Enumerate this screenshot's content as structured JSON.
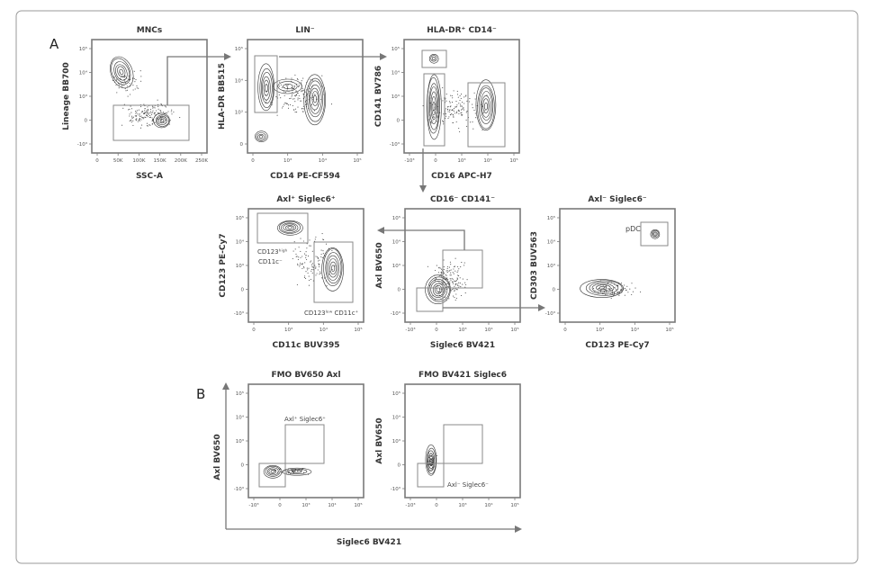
{
  "panel_labels": {
    "a": "A",
    "b": "B"
  },
  "plots": [
    {
      "id": "mncs",
      "title": "MNCs",
      "xlabel": "SSC-A",
      "ylabel": "Lineage BB700",
      "xticks": [
        "0",
        "50K",
        "100K",
        "150K",
        "200K",
        "250K"
      ],
      "yticks": [
        "10⁵",
        "10⁴",
        "10³",
        "0",
        "-10³"
      ]
    },
    {
      "id": "lin",
      "title": "LIN⁻",
      "xlabel": "CD14 PE-CF594",
      "ylabel": "HLA-DR BB515",
      "xticks": [
        "0",
        "10³",
        "10⁴",
        "10⁵"
      ],
      "yticks": [
        "10⁵",
        "10⁴",
        "10³",
        "0"
      ]
    },
    {
      "id": "hla",
      "title": "HLA-DR⁺ CD14⁻",
      "xlabel": "CD16 APC-H7",
      "ylabel": "CD141 BV786",
      "xticks": [
        "-10³",
        "0",
        "10³",
        "10⁴",
        "10⁵"
      ],
      "yticks": [
        "10⁵",
        "10⁴",
        "10³",
        "0",
        "-10³"
      ]
    },
    {
      "id": "axlpos",
      "title": "Axl⁺ Siglec6⁺",
      "xlabel": "CD11c BUV395",
      "ylabel": "CD123 PE-Cy7",
      "xticks": [
        "0",
        "10³",
        "10⁴",
        "10⁵"
      ],
      "yticks": [
        "10⁵",
        "10⁴",
        "10³",
        "0",
        "-10³"
      ]
    },
    {
      "id": "cd16neg",
      "title": "CD16⁻ CD141⁻",
      "xlabel": "Siglec6 BV421",
      "ylabel": "Axl BV650",
      "xticks": [
        "-10³",
        "0",
        "10³",
        "10⁴",
        "10⁵"
      ],
      "yticks": [
        "10⁵",
        "10⁴",
        "10³",
        "0",
        "-10³"
      ]
    },
    {
      "id": "axlneg",
      "title": "Axl⁻ Siglec6⁻",
      "xlabel": "CD123 PE-Cy7",
      "ylabel": "CD303 BUV563",
      "xticks": [
        "0",
        "10³",
        "10⁴",
        "10⁵"
      ],
      "yticks": [
        "10⁵",
        "10⁴",
        "10³",
        "0",
        "-10³"
      ]
    },
    {
      "id": "fmo650",
      "title": "FMO BV650 Axl",
      "xlabel": "",
      "ylabel": "",
      "xticks": [
        "-10³",
        "0",
        "10³",
        "10⁴",
        "10⁵"
      ],
      "yticks": [
        "10⁵",
        "10⁴",
        "10³",
        "0",
        "-10³"
      ]
    },
    {
      "id": "fmo421",
      "title": "FMO BV421 Siglec6",
      "xlabel": "",
      "ylabel": "Axl BV650",
      "xticks": [
        "-10³",
        "0",
        "10³",
        "10⁴",
        "10⁵"
      ],
      "yticks": [
        "10⁵",
        "10⁴",
        "10³",
        "0",
        "-10³"
      ]
    }
  ],
  "gate_labels": {
    "cd123high": "CD123ʰⁱᵍʰ",
    "cd11cneg": "CD11c⁻",
    "cd123low": "CD123ˡᵒʷ CD11c⁺",
    "pdc": "pDC",
    "axlpos_sig": "Axl⁺ Siglec6⁺",
    "axlneg_sig": "Axl⁻ Siglec6⁻"
  },
  "panel_b_axes": {
    "ylabel": "Axl BV650",
    "xlabel": "Siglec6 BV421"
  },
  "colors": {
    "frame": "#7a7a7a",
    "contour": "#333333",
    "gate": "#8a8a8a",
    "dots": "#444444"
  }
}
